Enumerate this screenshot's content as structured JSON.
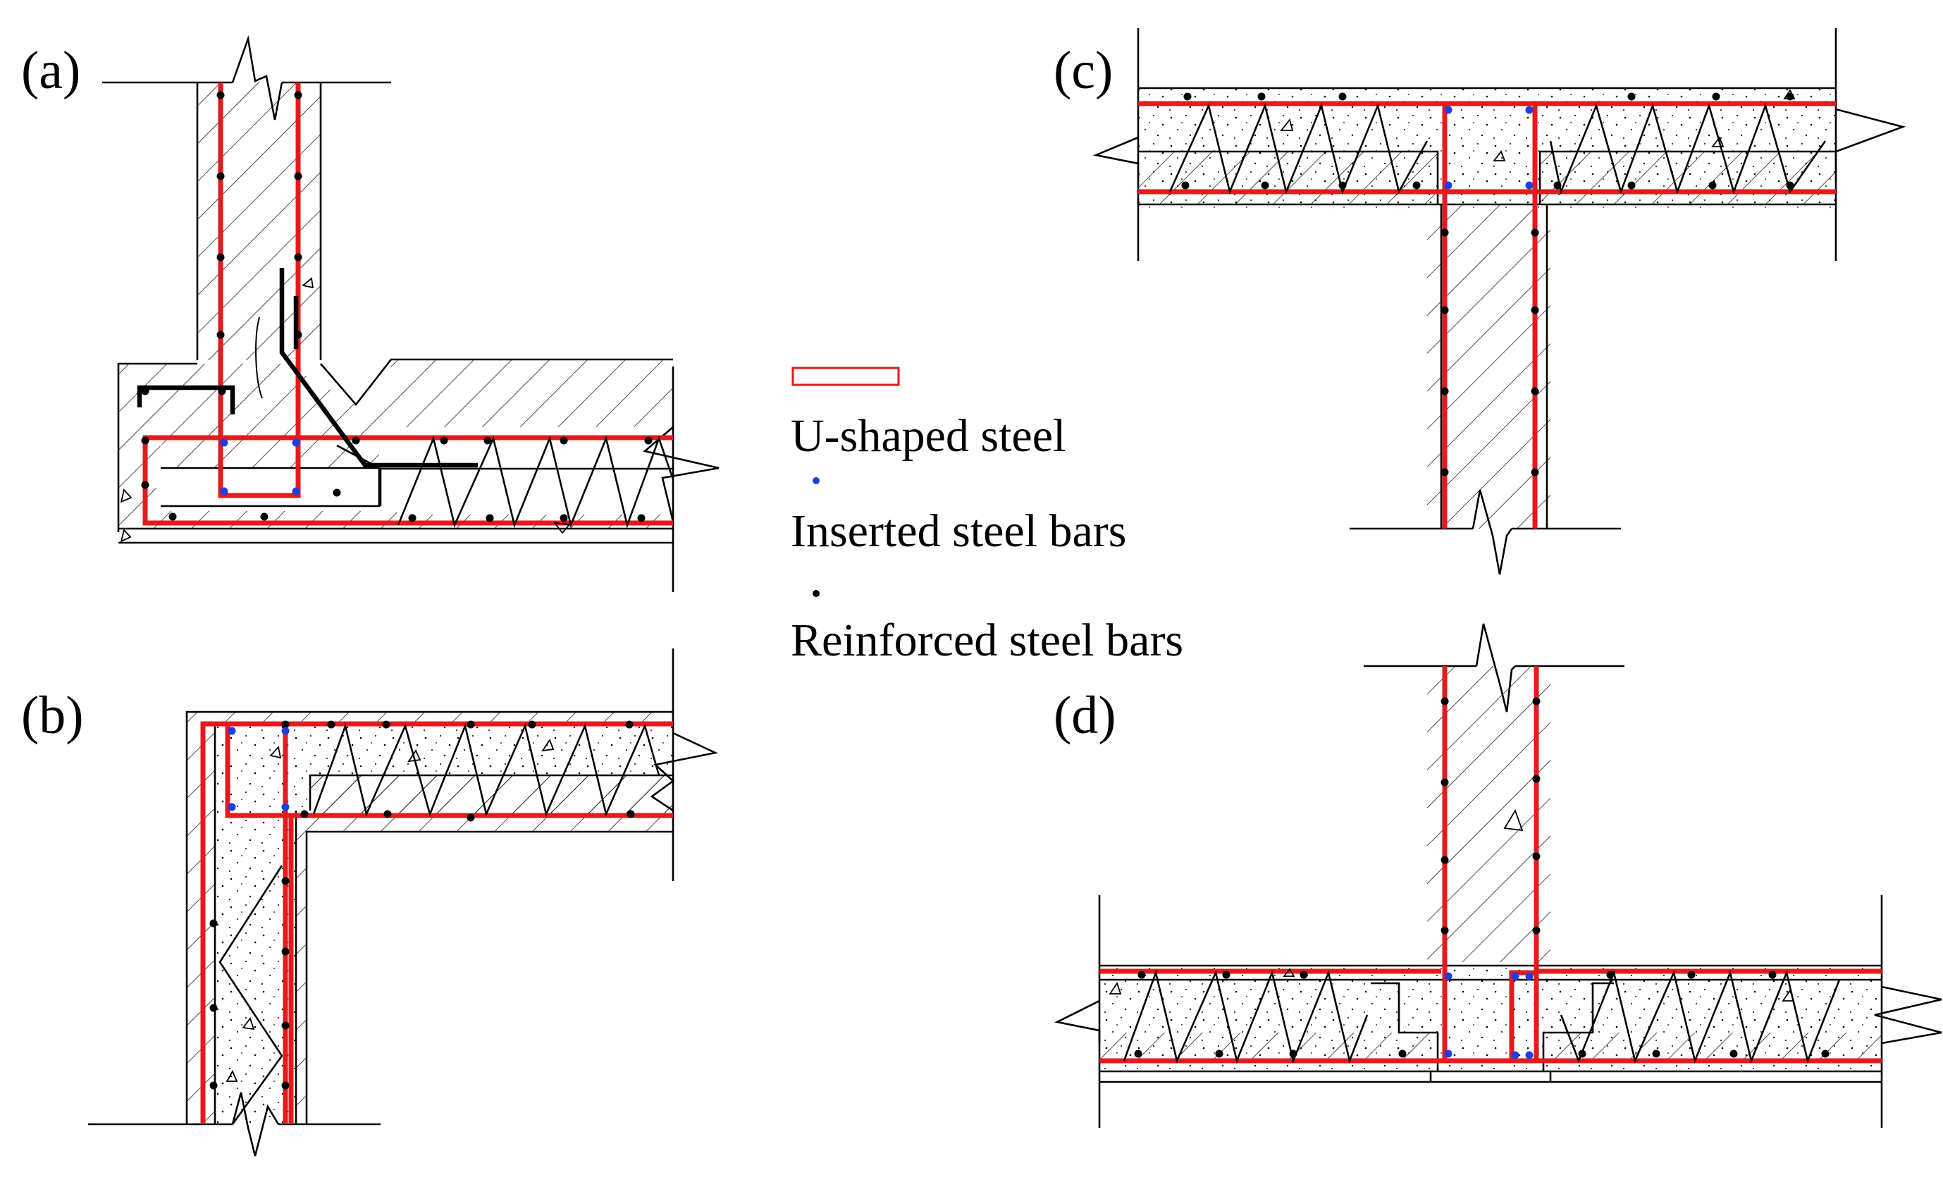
{
  "panels": [
    {
      "id": "a",
      "label": "(a)"
    },
    {
      "id": "b",
      "label": "(b)"
    },
    {
      "id": "c",
      "label": "(c)"
    },
    {
      "id": "d",
      "label": "(d)"
    }
  ],
  "legend": {
    "u_shaped_steel": "U-shaped steel",
    "inserted_steel_bars": "Inserted steel bars",
    "reinforced_steel_bars": "Reinforced steel bars"
  },
  "colors": {
    "u_shaped_steel": "#e41a1c",
    "inserted_steel_bars": "#1f3ee0",
    "reinforced_steel_bars": "#000000"
  }
}
